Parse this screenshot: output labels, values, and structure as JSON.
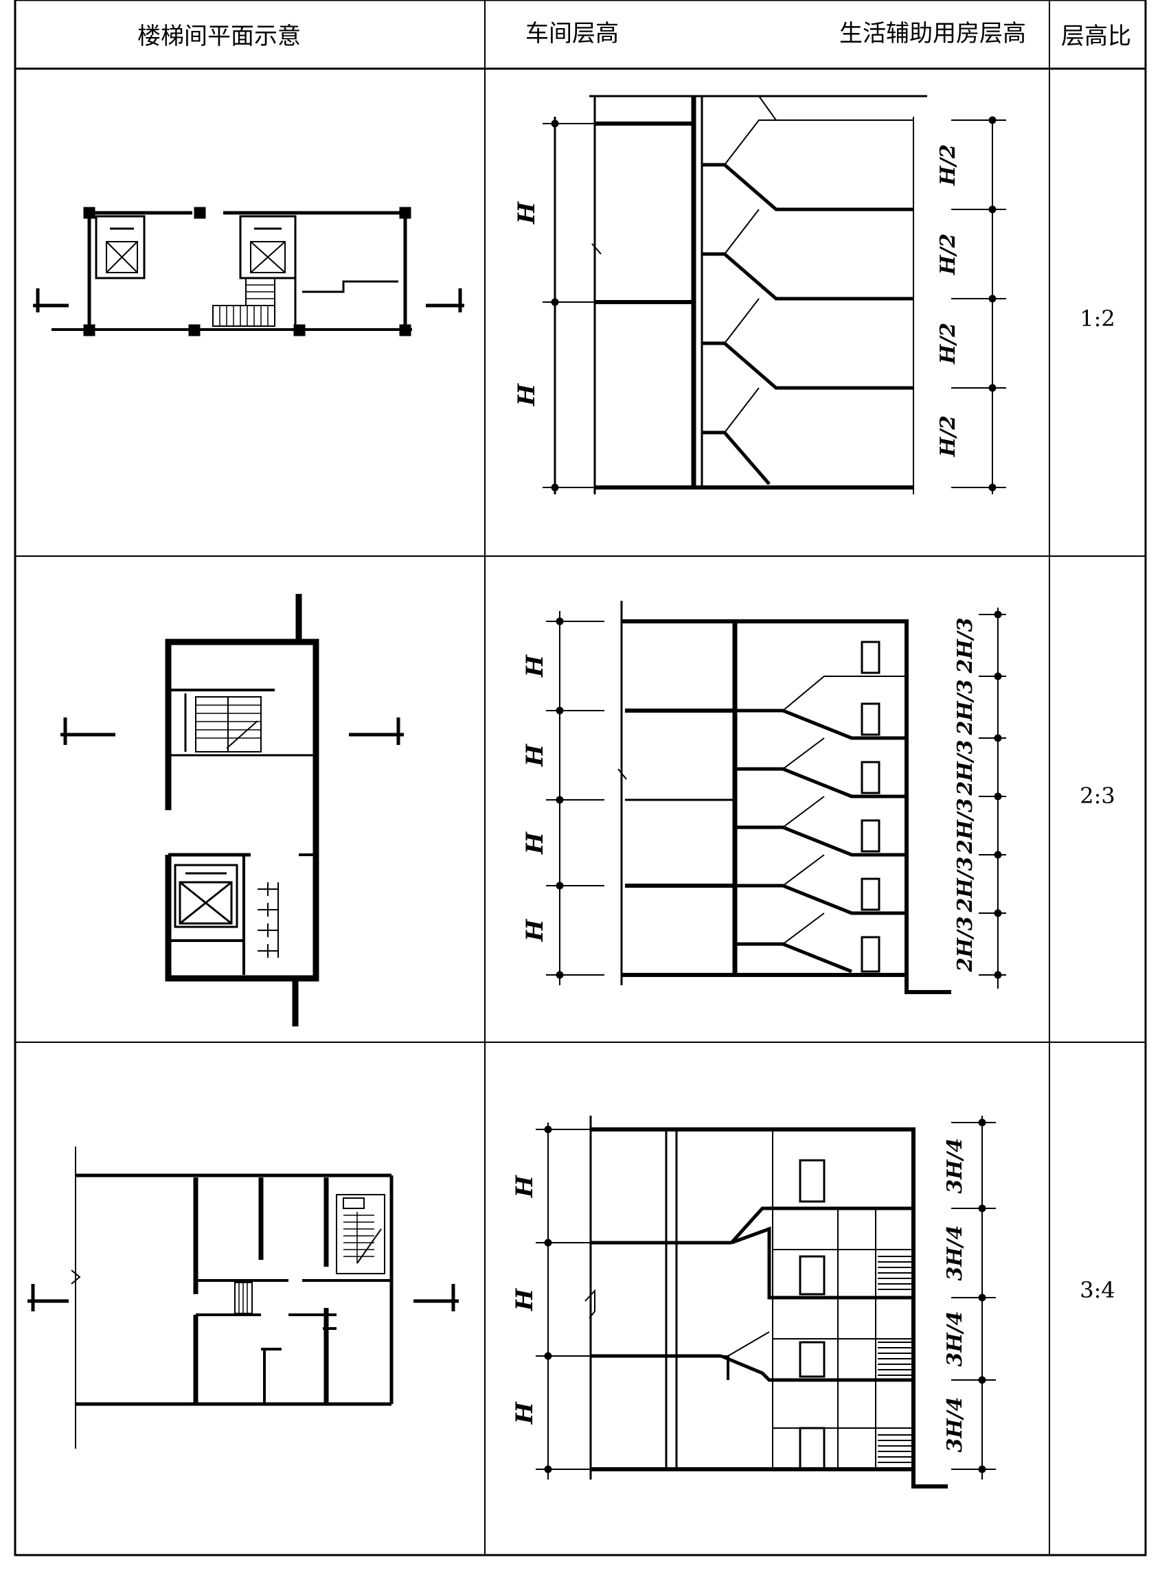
{
  "table": {
    "headers": {
      "plan": "楼梯间平面示意",
      "workshop_height": "车间层高",
      "aux_height": "生活辅助用房层高",
      "ratio": "层高比"
    },
    "rows": [
      {
        "ratio": "1:2",
        "workshop_label": "H",
        "aux_label": "H/2",
        "workshop_floors": 2,
        "aux_floors": 4
      },
      {
        "ratio": "2:3",
        "workshop_label": "H",
        "aux_label": "2H/3",
        "workshop_floors": 4,
        "aux_floors": 6
      },
      {
        "ratio": "3:4",
        "workshop_label": "H",
        "aux_label": "3H/4",
        "workshop_floors": 3,
        "aux_floors": 4
      }
    ]
  }
}
